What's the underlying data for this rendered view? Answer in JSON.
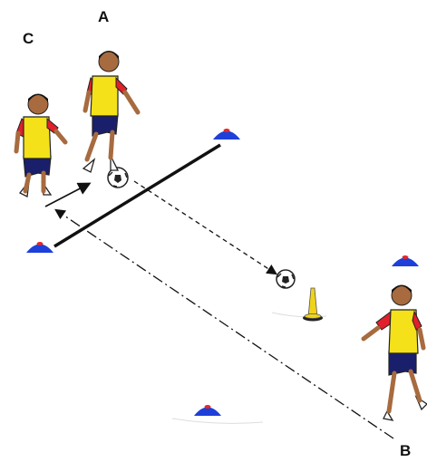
{
  "players": [
    {
      "label": "C",
      "shirt_color": "#f4e11a",
      "sleeve_color": "#e0202a",
      "shorts_color": "#1a1f6b"
    },
    {
      "label": "A",
      "shirt_color": "#f4e11a",
      "sleeve_color": "#e0202a",
      "shorts_color": "#1a1f6b"
    },
    {
      "label": "B",
      "shirt_color": "#f4e11a",
      "sleeve_color": "#e0202a",
      "shorts_color": "#1a1f6b"
    }
  ],
  "colors": {
    "cone_blue": "#1f3fd9",
    "cone_top": "#e02a2a",
    "tall_cone": "#f0d21a",
    "line": "#111111",
    "background": "#ffffff"
  },
  "icons": [
    "disc-cone-icon",
    "tall-cone-icon",
    "soccer-ball-icon",
    "player-icon",
    "arrowhead-icon"
  ]
}
